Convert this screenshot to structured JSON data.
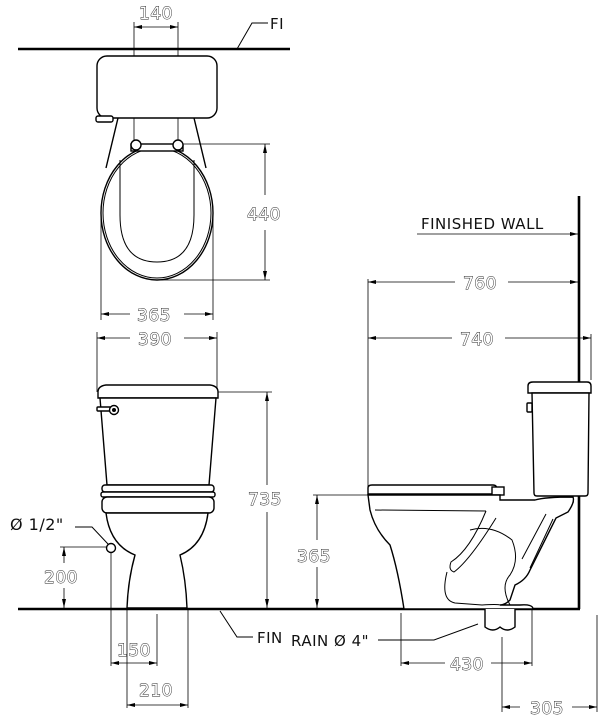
{
  "drawing": {
    "title": "Close-coupled toilet dimensional drawing",
    "views": [
      "top view",
      "front view",
      "side view"
    ]
  },
  "labels": {
    "finished_wall_top": "FI",
    "finished_wall": "FINISHED  WALL",
    "finished_floor": "FIN",
    "drain": "RAIN Ø 4\"",
    "water_supply": "Ø 1/2\""
  },
  "dimensions": {
    "hinge_spacing": "140",
    "seat_depth": "440",
    "seat_width": "365",
    "tank_width": "390",
    "total_height": "735",
    "supply_height": "200",
    "supply_offset": "150",
    "base_width": "210",
    "seat_height": "365",
    "overall_depth": "760",
    "depth_to_tank": "740",
    "base_depth": "430",
    "rough_in": "305"
  },
  "colors": {
    "line": "#000000",
    "background": "#ffffff"
  }
}
